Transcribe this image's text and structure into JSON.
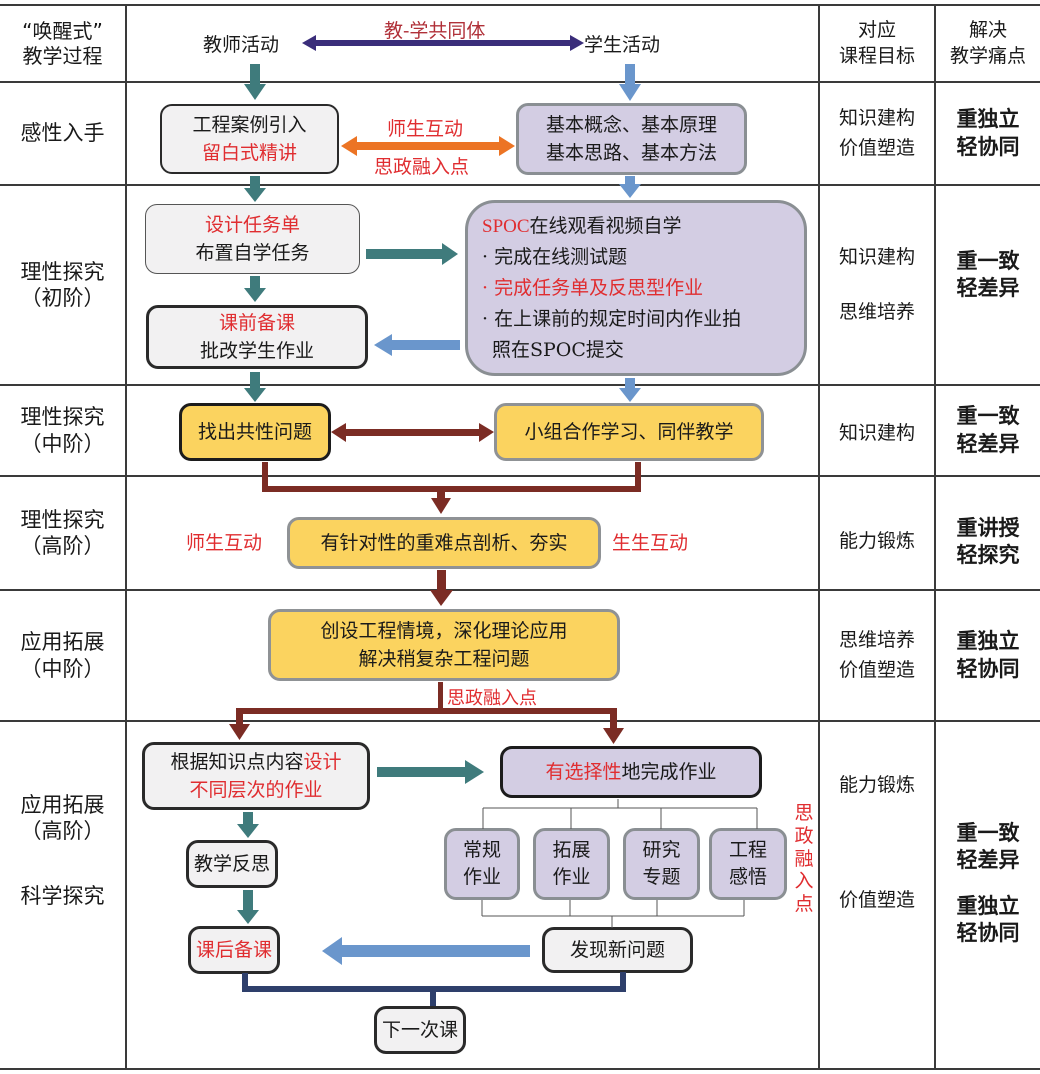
{
  "header": {
    "stage_col_line1": "“唤醒式”",
    "stage_col_line2": "教学过程",
    "teacher_activity": "教师活动",
    "community": "教-学共同体",
    "student_activity": "学生活动",
    "goal_col_line1": "对应",
    "goal_col_line2": "课程目标",
    "pain_col_line1": "解决",
    "pain_col_line2": "教学痛点"
  },
  "rows": [
    {
      "stage": [
        "感性入手"
      ],
      "goals": [
        "知识建构",
        "价值塑造"
      ],
      "pain": [
        "重独立",
        "轻协同"
      ]
    },
    {
      "stage": [
        "理性探究",
        "（初阶）"
      ],
      "goals": [
        "知识建构",
        "思维培养"
      ],
      "pain": [
        "重一致",
        "轻差异"
      ]
    },
    {
      "stage": [
        "理性探究",
        "（中阶）"
      ],
      "goals": [
        "知识建构"
      ],
      "pain": [
        "重一致",
        "轻差异"
      ]
    },
    {
      "stage": [
        "理性探究",
        "（高阶）"
      ],
      "goals": [
        "能力锻炼"
      ],
      "pain": [
        "重讲授",
        "轻探究"
      ]
    },
    {
      "stage": [
        "应用拓展",
        "（中阶）"
      ],
      "goals": [
        "思维培养",
        "价值塑造"
      ],
      "pain": [
        "重独立",
        "轻协同"
      ]
    },
    {
      "stage": [
        "应用拓展",
        "（高阶）",
        "科学探究"
      ],
      "goals": [
        "能力锻炼",
        "价值塑造"
      ],
      "pain": [
        "重一致",
        "轻差异",
        "重独立",
        "轻协同"
      ]
    }
  ],
  "flow": {
    "row1": {
      "teacher_box": {
        "line1": "工程案例引入",
        "line2_red": "留白式精讲"
      },
      "link_top": "师生互动",
      "link_bottom": "思政融入点",
      "student_box": {
        "line1": "基本概念、基本原理",
        "line2": "基本思路、基本方法"
      }
    },
    "row2": {
      "task_box": {
        "line1_red": "设计任务单",
        "line2": "布置自学任务"
      },
      "prep_box": {
        "line1_red": "课前备课",
        "line2": "批改学生作业"
      },
      "spoc_box": {
        "title_red": "SPOC",
        "title_rest": "在线观看视频自学",
        "item1": "· 完成在线测试题",
        "item2_red": "· 完成任务单及反思型作业",
        "item3_line1": "· 在上课前的规定时间内作业拍",
        "item3_line2": "照在SPOC提交"
      }
    },
    "row3": {
      "left_box": "找出共性问题",
      "right_box": "小组合作学习、同伴教学"
    },
    "row4": {
      "left_label": "师生互动",
      "center_box": "有针对性的重难点剖析、夯实",
      "right_label": "生生互动"
    },
    "row5": {
      "box_line1": "创设工程情境，深化理论应用",
      "box_line2": "解决稍复杂工程问题",
      "label": "思政融入点"
    },
    "row6": {
      "design_box": {
        "line1_black": "根据知识点内容",
        "line1_red": "设计",
        "line2_red": "不同层次的作业"
      },
      "choose_box": {
        "red": "有选择性",
        "black": "地完成作业"
      },
      "hw_types": [
        {
          "line1": "常规",
          "line2": "作业"
        },
        {
          "line1": "拓展",
          "line2": "作业"
        },
        {
          "line1": "研究",
          "line2": "专题"
        },
        {
          "line1": "工程",
          "line2": "感悟"
        }
      ],
      "side_label": [
        "思",
        "政",
        "融",
        "入",
        "点"
      ],
      "reflect_box": "教学反思",
      "after_prep_box": "课后备课",
      "new_problem_box": "发现新问题",
      "next_class_box": "下一次课"
    }
  },
  "colors": {
    "teal_arrow": "#3f7b7c",
    "blue_arrow": "#6a96cc",
    "maroon_arrow": "#7b2c24",
    "orange_arrow": "#ec7424",
    "navy_arrow": "#3a2d7a",
    "red_text": "#e02d30",
    "yellow_box": "#fbd35f",
    "purple_box": "#d3cde3"
  }
}
